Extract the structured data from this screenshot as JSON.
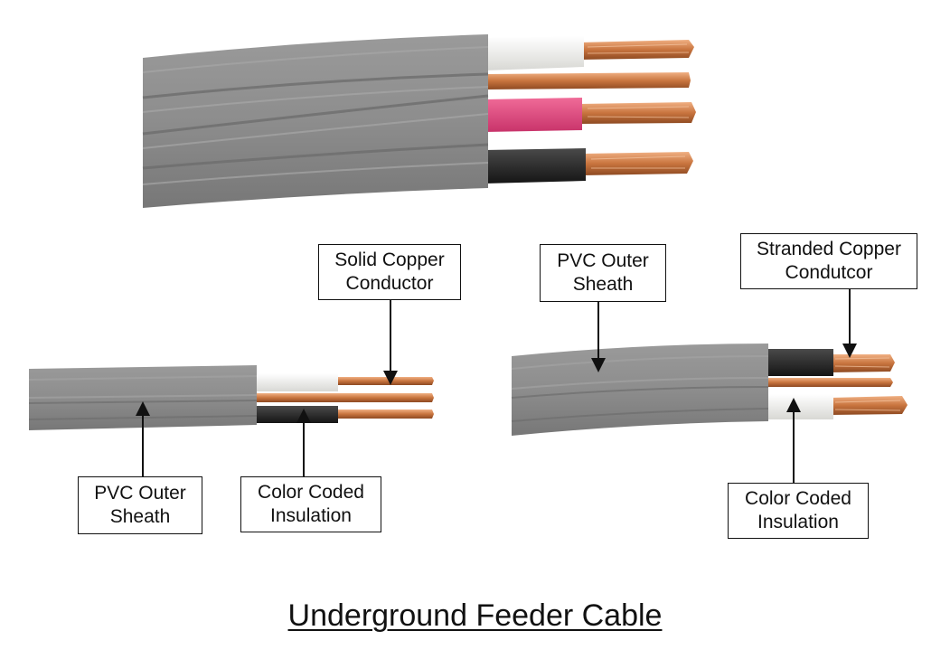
{
  "title": "Underground Feeder Cable",
  "labels": {
    "left_solid_copper": [
      "Solid Copper",
      "Conductor"
    ],
    "left_pvc_sheath": [
      "PVC Outer",
      "Sheath"
    ],
    "left_color_insulation": [
      "Color Coded",
      "Insulation"
    ],
    "right_pvc_sheath": [
      "PVC Outer",
      "Sheath"
    ],
    "right_stranded_copper": [
      "Stranded Copper",
      "Condutcor"
    ],
    "right_color_insulation": [
      "Color Coded",
      "Insulation"
    ]
  },
  "colors": {
    "sheath": "#8f8f8f",
    "sheath_shadow": "#7a7a7a",
    "copper": "#c8743e",
    "copper_light": "#e9a070",
    "insulation_white": "#efefec",
    "insulation_red": "#e0457a",
    "insulation_black": "#2a2a2a"
  }
}
